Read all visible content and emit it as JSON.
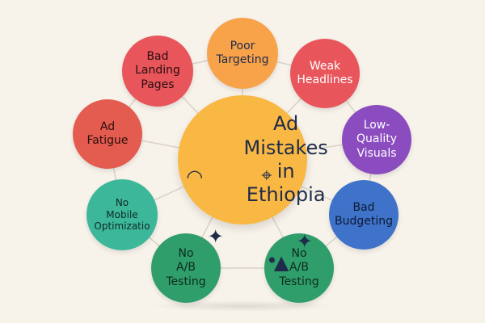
{
  "diagram": {
    "center": {
      "text": "Ad\nMistakes\nin Ethiopia",
      "color": "#f9b843",
      "text_color": "#1e2b4a"
    },
    "nodes": [
      {
        "id": "poor-targeting",
        "text": "Poor\nTargeting",
        "color": "#f8a24a",
        "text_color": "#1e2b4a"
      },
      {
        "id": "weak-headlines",
        "text": "Weak\nHeadlines",
        "color": "#e8555b",
        "text_color": "#ffffff"
      },
      {
        "id": "low-quality-visuals",
        "text": "Low-\nQuality\nVisuals",
        "color": "#8a4cbf",
        "text_color": "#ffffff"
      },
      {
        "id": "bad-budgeting",
        "text": "Bad\nBudgeting",
        "color": "#3f72c9",
        "text_color": "#0d1b35"
      },
      {
        "id": "no-ab-testing-right",
        "text": "No\nA/B\nTesting",
        "color": "#2f9e6b",
        "text_color": "#0d2a1d"
      },
      {
        "id": "no-ab-testing-left",
        "text": "No\nA/B\nTesting",
        "color": "#2f9e6b",
        "text_color": "#0d2a1d"
      },
      {
        "id": "no-mobile-optimization",
        "text": "No\nMobile\nOptimizatio",
        "color": "#3db79a",
        "text_color": "#0d2a24"
      },
      {
        "id": "ad-fatigue",
        "text": "Ad\nFatigue",
        "color": "#e45b4f",
        "text_color": "#2a0f0d"
      },
      {
        "id": "bad-landing-pages",
        "text": "Bad\nLanding\nPages",
        "color": "#e8555b",
        "text_color": "#2a0f10"
      }
    ],
    "connector_color": "#d8d2c8"
  }
}
